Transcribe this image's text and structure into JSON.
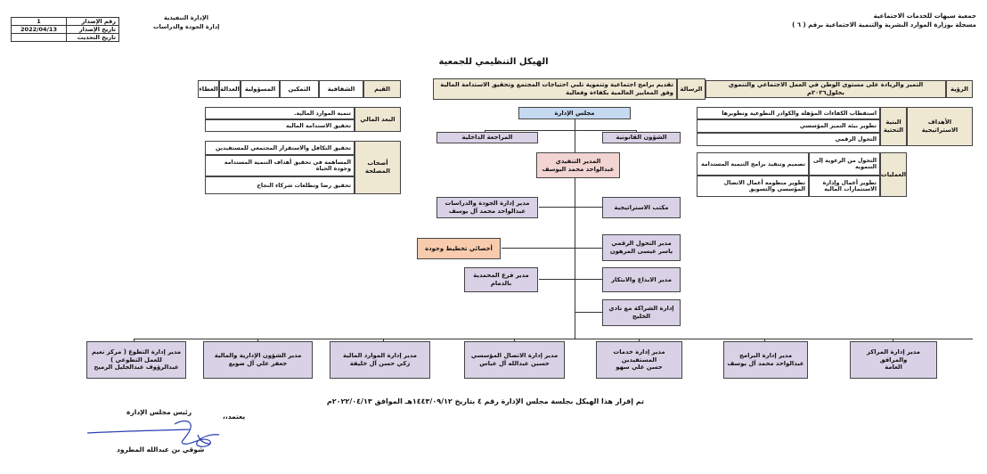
{
  "header": {
    "org_line1": "جمعية سيهات للخدمات الاجتماعية",
    "org_line2": "مسجلة بوزارة الموارد البشرية والتنمية الاجتماعية برقم ( ٦ )",
    "dept_line1": "الإدارة التنفيذية",
    "dept_line2": "إدارة الجودة والدراسات",
    "meta": [
      {
        "label": "رقم الإصدار",
        "value": "1"
      },
      {
        "label": "تاريخ الإصدار",
        "value": "2022/04/13"
      },
      {
        "label": "تاريخ التحديث",
        "value": ""
      }
    ]
  },
  "title": "الهيكل التنظيمي للجمعية",
  "vision": {
    "label": "الرؤية",
    "text": "التميز والريادة على مستوى الوطن في العمل الاجتماعي والتنموي بحلول٢٠٢٦م"
  },
  "mission": {
    "label": "الرسالة",
    "text": "تقديم برامج اجتماعية وتنموية تلبي احتياجات المجتمع وتحقيق الاستدامة المالية وفق المعايير العالمية بكفاءة وفعالية"
  },
  "values": {
    "label": "القيم",
    "items": [
      "الشفافية",
      "التمكين",
      "المسؤولية",
      "العدالة",
      "العطاء"
    ]
  },
  "goals": {
    "label": "الأهداف الاستراتيجية",
    "infra": {
      "label": "البنية التحتية",
      "items": [
        "استقطاب الكفاءات المؤهلة والكوادر التطوعية وتطويرها",
        "تطوير بيئة التميز المؤسسي",
        "التحول الرقمي"
      ]
    },
    "ops": {
      "label": "العمليات",
      "items": [
        "التحول من الرعوية إلى التنموية",
        "تصميم وتنفيذ برامج التنمية المستدامة",
        "تطوير أعمال وإدارة الاستثمارات المالية",
        "تطوير منظومة أعمال الاتصال المؤسسي والتسويق"
      ]
    },
    "finance": {
      "label": "البعد المالي",
      "items": [
        "تنمية الموارد المالية.",
        "تحقيق الاستدامة المالية"
      ]
    },
    "stakeholders": {
      "label": "أصحاب المصلحة",
      "items": [
        "تحقيق التكافل والاستقرار المجتمعي للمستفيدين",
        "المساهمة في تحقيق أهداف التنمية المستدامة وجودة الحياة",
        "تحقيق رضا وتطلعات شركاء النجاح"
      ]
    }
  },
  "org": {
    "board": "مجلس الإدارة",
    "legal": "الشؤون القانونية",
    "internal_audit": "المراجعة الداخلية",
    "executive_title": "المدير التنفيذي",
    "executive_name": "عبدالواحد محمد اليوسف",
    "quality_title": "مدير إدارة الجودة والدراسات",
    "quality_name": "عبدالواحد محمد آل يوسف",
    "strategy_office": "مكتب الاستراتيجية",
    "planning_specialist": "أخصائي تخطيط وجودة",
    "digital_title": "مدير التحول الرقمي",
    "digital_name": "ياسر عيسى المرهون",
    "innovation": "مدير الابداع والابتكار",
    "branch_title": "مدير فرع المحمدية",
    "branch_city": "بالدمام",
    "partnership_line1": "إدارة الشراكة مع نادي",
    "partnership_line2": "الخليج"
  },
  "departments": [
    {
      "title": "مدير إدارة المراكز والمرافق",
      "name": "العامة"
    },
    {
      "title": "مدير إدارة البرامج",
      "name": "عبدالواحد محمد آل يوسف"
    },
    {
      "title": "مدير إدارة خدمات المستفيدين",
      "name": "حسن علي سهو"
    },
    {
      "title": "مدير إدارة الاتصال المؤسسي",
      "name": "حسين عبدالله آل عباس"
    },
    {
      "title": "مدير إدارة الموارد المالية",
      "name": "زكي حسن آل خليفة"
    },
    {
      "title": "مدير الشؤون الإدارية والمالية",
      "name": "جعفر علي آل ضويع"
    },
    {
      "title": "مدير إدارة التطوع ( مركز نعيم للعمل التطوعي )",
      "name": "عبدالرؤوف عبدالجليل الرميح"
    }
  ],
  "approval": "تم إقرار هذا الهيكل بجلسة مجلس الإدارة رقم ٤ بتاريخ ١٤٤٣/٠٩/١٢هـ الموافق ٢٠٢٢/٠٤/١٣م",
  "signature": {
    "approved": "يعتمد،،",
    "role": "رئيس مجلس الإدارة",
    "name": "شوقي بن عبدالله المطرود"
  }
}
